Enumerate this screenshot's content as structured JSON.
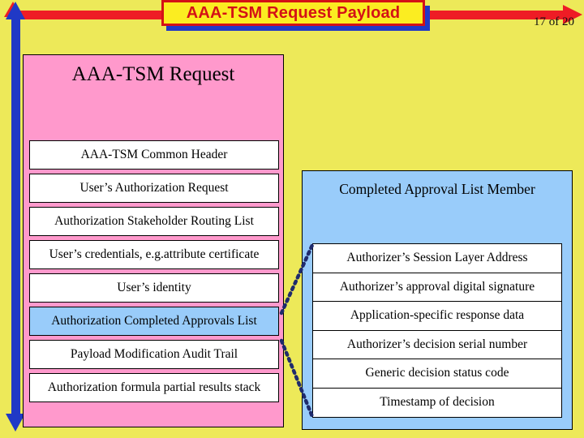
{
  "slide": {
    "title": "AAA-TSM Request Payload",
    "page_counter": "17 of 20",
    "background_color": "#EDE959",
    "title_box_fill": "#FBED21",
    "title_box_border": "#D41116",
    "title_text_color": "#D41116",
    "title_shadow_color": "#2039C6"
  },
  "decor": {
    "top_arrow_color": "#EE1C25",
    "side_arrow_color": "#2039C6",
    "connector_color": "#1F2B6C"
  },
  "left_panel": {
    "title": "AAA-TSM Request",
    "fill_color": "#FF99CC",
    "fields": [
      {
        "label": "AAA-TSM Common Header",
        "highlight": false
      },
      {
        "label": "User’s Authorization Request",
        "highlight": false
      },
      {
        "label": "Authorization Stakeholder Routing List",
        "highlight": false
      },
      {
        "label": "User’s credentials, e.g.attribute certificate",
        "highlight": false
      },
      {
        "label": "User’s identity",
        "highlight": false
      },
      {
        "label": "Authorization Completed Approvals List",
        "highlight": true
      },
      {
        "label": "Payload Modification Audit Trail",
        "highlight": false
      },
      {
        "label": "Authorization formula partial results stack",
        "highlight": false
      }
    ]
  },
  "right_panel": {
    "title": "Completed Approval List Member",
    "fill_color": "#99CCFA",
    "fields": [
      {
        "label": "Authorizer’s Session Layer Address"
      },
      {
        "label": "Authorizer’s approval digital signature"
      },
      {
        "label": "Application-specific response data"
      },
      {
        "label": "Authorizer’s decision serial number"
      },
      {
        "label": "Generic decision status code"
      },
      {
        "label": "Timestamp of decision"
      }
    ]
  }
}
